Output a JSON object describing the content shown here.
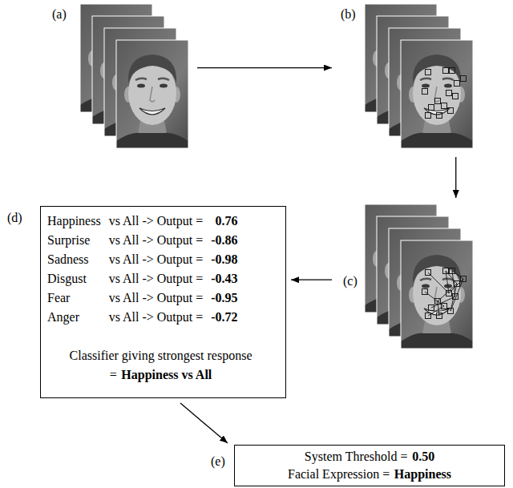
{
  "diagram": {
    "nodes": [
      {
        "text": [
          "(a)"
        ]
      },
      {
        "text": [
          "(b)"
        ]
      },
      {
        "text": [
          "(c)"
        ]
      },
      {
        "text": [
          "(d)",
          "Happiness",
          "vs All -> Output =",
          "0.76",
          "Surprise",
          "vs All -> Output =",
          "-0.86",
          "Sadness",
          "vs All -> Output =",
          "-0.98",
          "Disgust",
          "vs All -> Output =",
          "-0.43",
          "Fear",
          "vs All -> Output =",
          "-0.95",
          "Anger",
          "vs All -> Output =",
          "-0.72",
          "Classifier giving strongest response",
          "=",
          "Happiness vs All"
        ]
      },
      {
        "text": [
          "(e)",
          "System Threshold =",
          "0.50",
          "Facial Expression =",
          "Happiness"
        ]
      }
    ],
    "edges": [
      {
        "from": 0,
        "to": 1,
        "arrow": "to"
      },
      {
        "from": 1,
        "to": 2,
        "arrow": "to"
      },
      {
        "from": 2,
        "to": 3,
        "arrow": "to"
      },
      {
        "from": 3,
        "to": 4,
        "arrow": "to"
      }
    ]
  }
}
